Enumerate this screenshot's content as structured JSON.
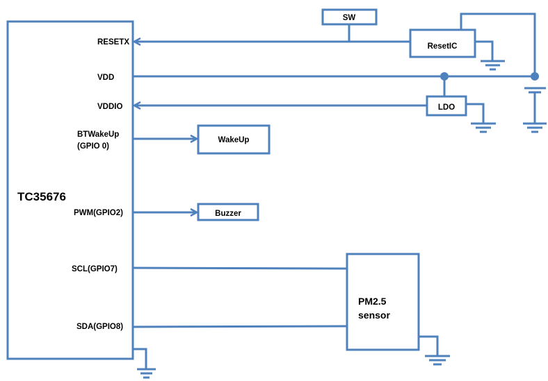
{
  "diagram": {
    "type": "block-diagram",
    "line_color": "#4f81bd",
    "main_chip": {
      "name": "TC35676",
      "pins": [
        {
          "label": "RESETX",
          "direction": "in"
        },
        {
          "label": "VDD",
          "direction": "none"
        },
        {
          "label": "VDDIO",
          "direction": "in"
        },
        {
          "label_line1": "BTWakeUp",
          "label_line2": "(GPIO 0)",
          "direction": "out"
        },
        {
          "label": "PWM(GPIO2)",
          "direction": "out"
        },
        {
          "label": "SCL(GPIO7)",
          "direction": "none"
        },
        {
          "label": "SDA(GPIO8)",
          "direction": "none"
        }
      ]
    },
    "blocks": {
      "sw": "SW",
      "reset_ic": "ResetIC",
      "ldo": "LDO",
      "wakeup": "WakeUp",
      "buzzer": "Buzzer",
      "sensor_line1": "PM2.5",
      "sensor_line2": "sensor"
    },
    "connections": [
      {
        "from": "ResetIC",
        "to": "RESETX",
        "via": "SW"
      },
      {
        "from": "VDD",
        "to": "battery",
        "junctions": 2
      },
      {
        "from": "LDO",
        "to": "VDDIO"
      },
      {
        "from": "BTWakeUp (GPIO 0)",
        "to": "WakeUp"
      },
      {
        "from": "PWM(GPIO2)",
        "to": "Buzzer"
      },
      {
        "from": "SCL(GPIO7)",
        "to": "PM2.5 sensor"
      },
      {
        "from": "SDA(GPIO8)",
        "to": "PM2.5 sensor"
      }
    ]
  }
}
